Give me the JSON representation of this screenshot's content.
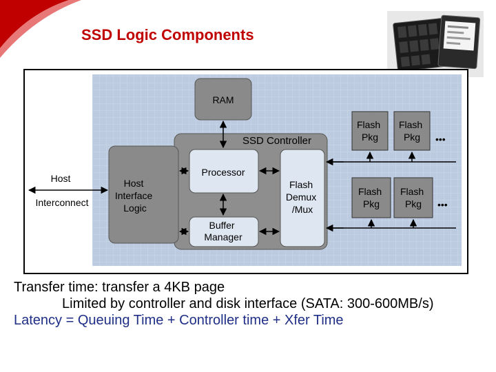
{
  "slide": {
    "title": "SSD Logic Components",
    "accent_color": "#c00000"
  },
  "diagram": {
    "ram": "RAM",
    "controller_title": "SSD Controller",
    "processor": "Processor",
    "buffer_manager": [
      "Buffer",
      "Manager"
    ],
    "host_interface_logic": [
      "Host",
      "Interface",
      "Logic"
    ],
    "flash_demux": [
      "Flash",
      "Demux",
      "/Mux"
    ],
    "host_label": "Host",
    "interconnect_label": "Interconnect",
    "flash_pkg": [
      "Flash",
      "Pkg"
    ],
    "ellipsis": "•••"
  },
  "photo": {
    "icon": "ssd-photo-icon"
  },
  "bullets": {
    "line1": "Transfer time: transfer a 4KB page",
    "line2": "Limited by controller and disk interface (SATA: 300-600MB/s)",
    "line3": "Latency = Queuing Time + Controller time + Xfer Time"
  }
}
